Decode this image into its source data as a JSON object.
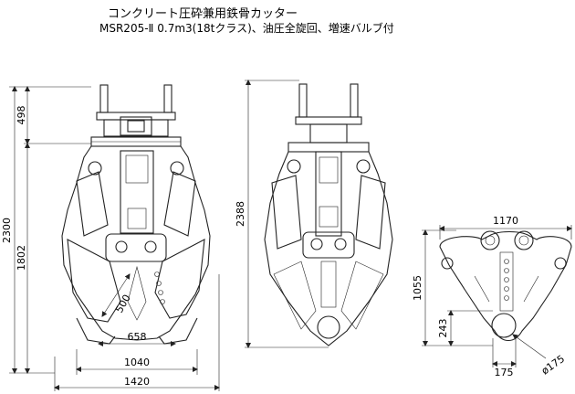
{
  "title": "コンクリート圧砕兼用鉄骨カッター",
  "subtitle": "MSR205-Ⅱ 0.7m3(18tクラス)、油圧全旋回、増速バルブ付",
  "dimensions": {
    "front_total_height": "2300",
    "front_bracket_height": "498",
    "front_body_height": "1802",
    "front_blade_length": "500",
    "front_width_inner": "658",
    "front_width_mid": "1040",
    "front_width_total": "1420",
    "side_total_height": "2388",
    "bottom_width": "1170",
    "bottom_height": "1055",
    "bottom_small_height": "243",
    "bottom_small_width": "175",
    "bottom_diameter": "ø175"
  }
}
